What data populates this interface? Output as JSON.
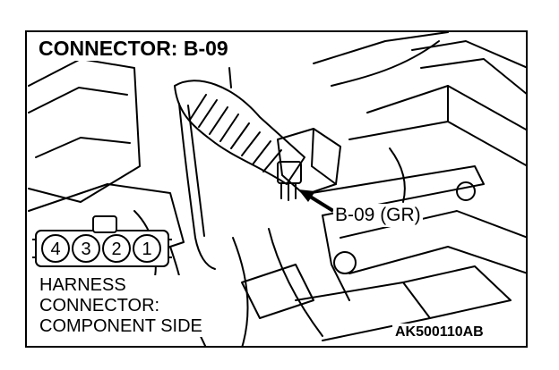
{
  "title": "CONNECTOR: B-09",
  "callout": "B-09 (GR)",
  "harness_lines": [
    "HARNESS",
    "CONNECTOR:",
    "COMPONENT SIDE"
  ],
  "pins": [
    "4",
    "3",
    "2",
    "1"
  ],
  "code": "AK500110AB"
}
